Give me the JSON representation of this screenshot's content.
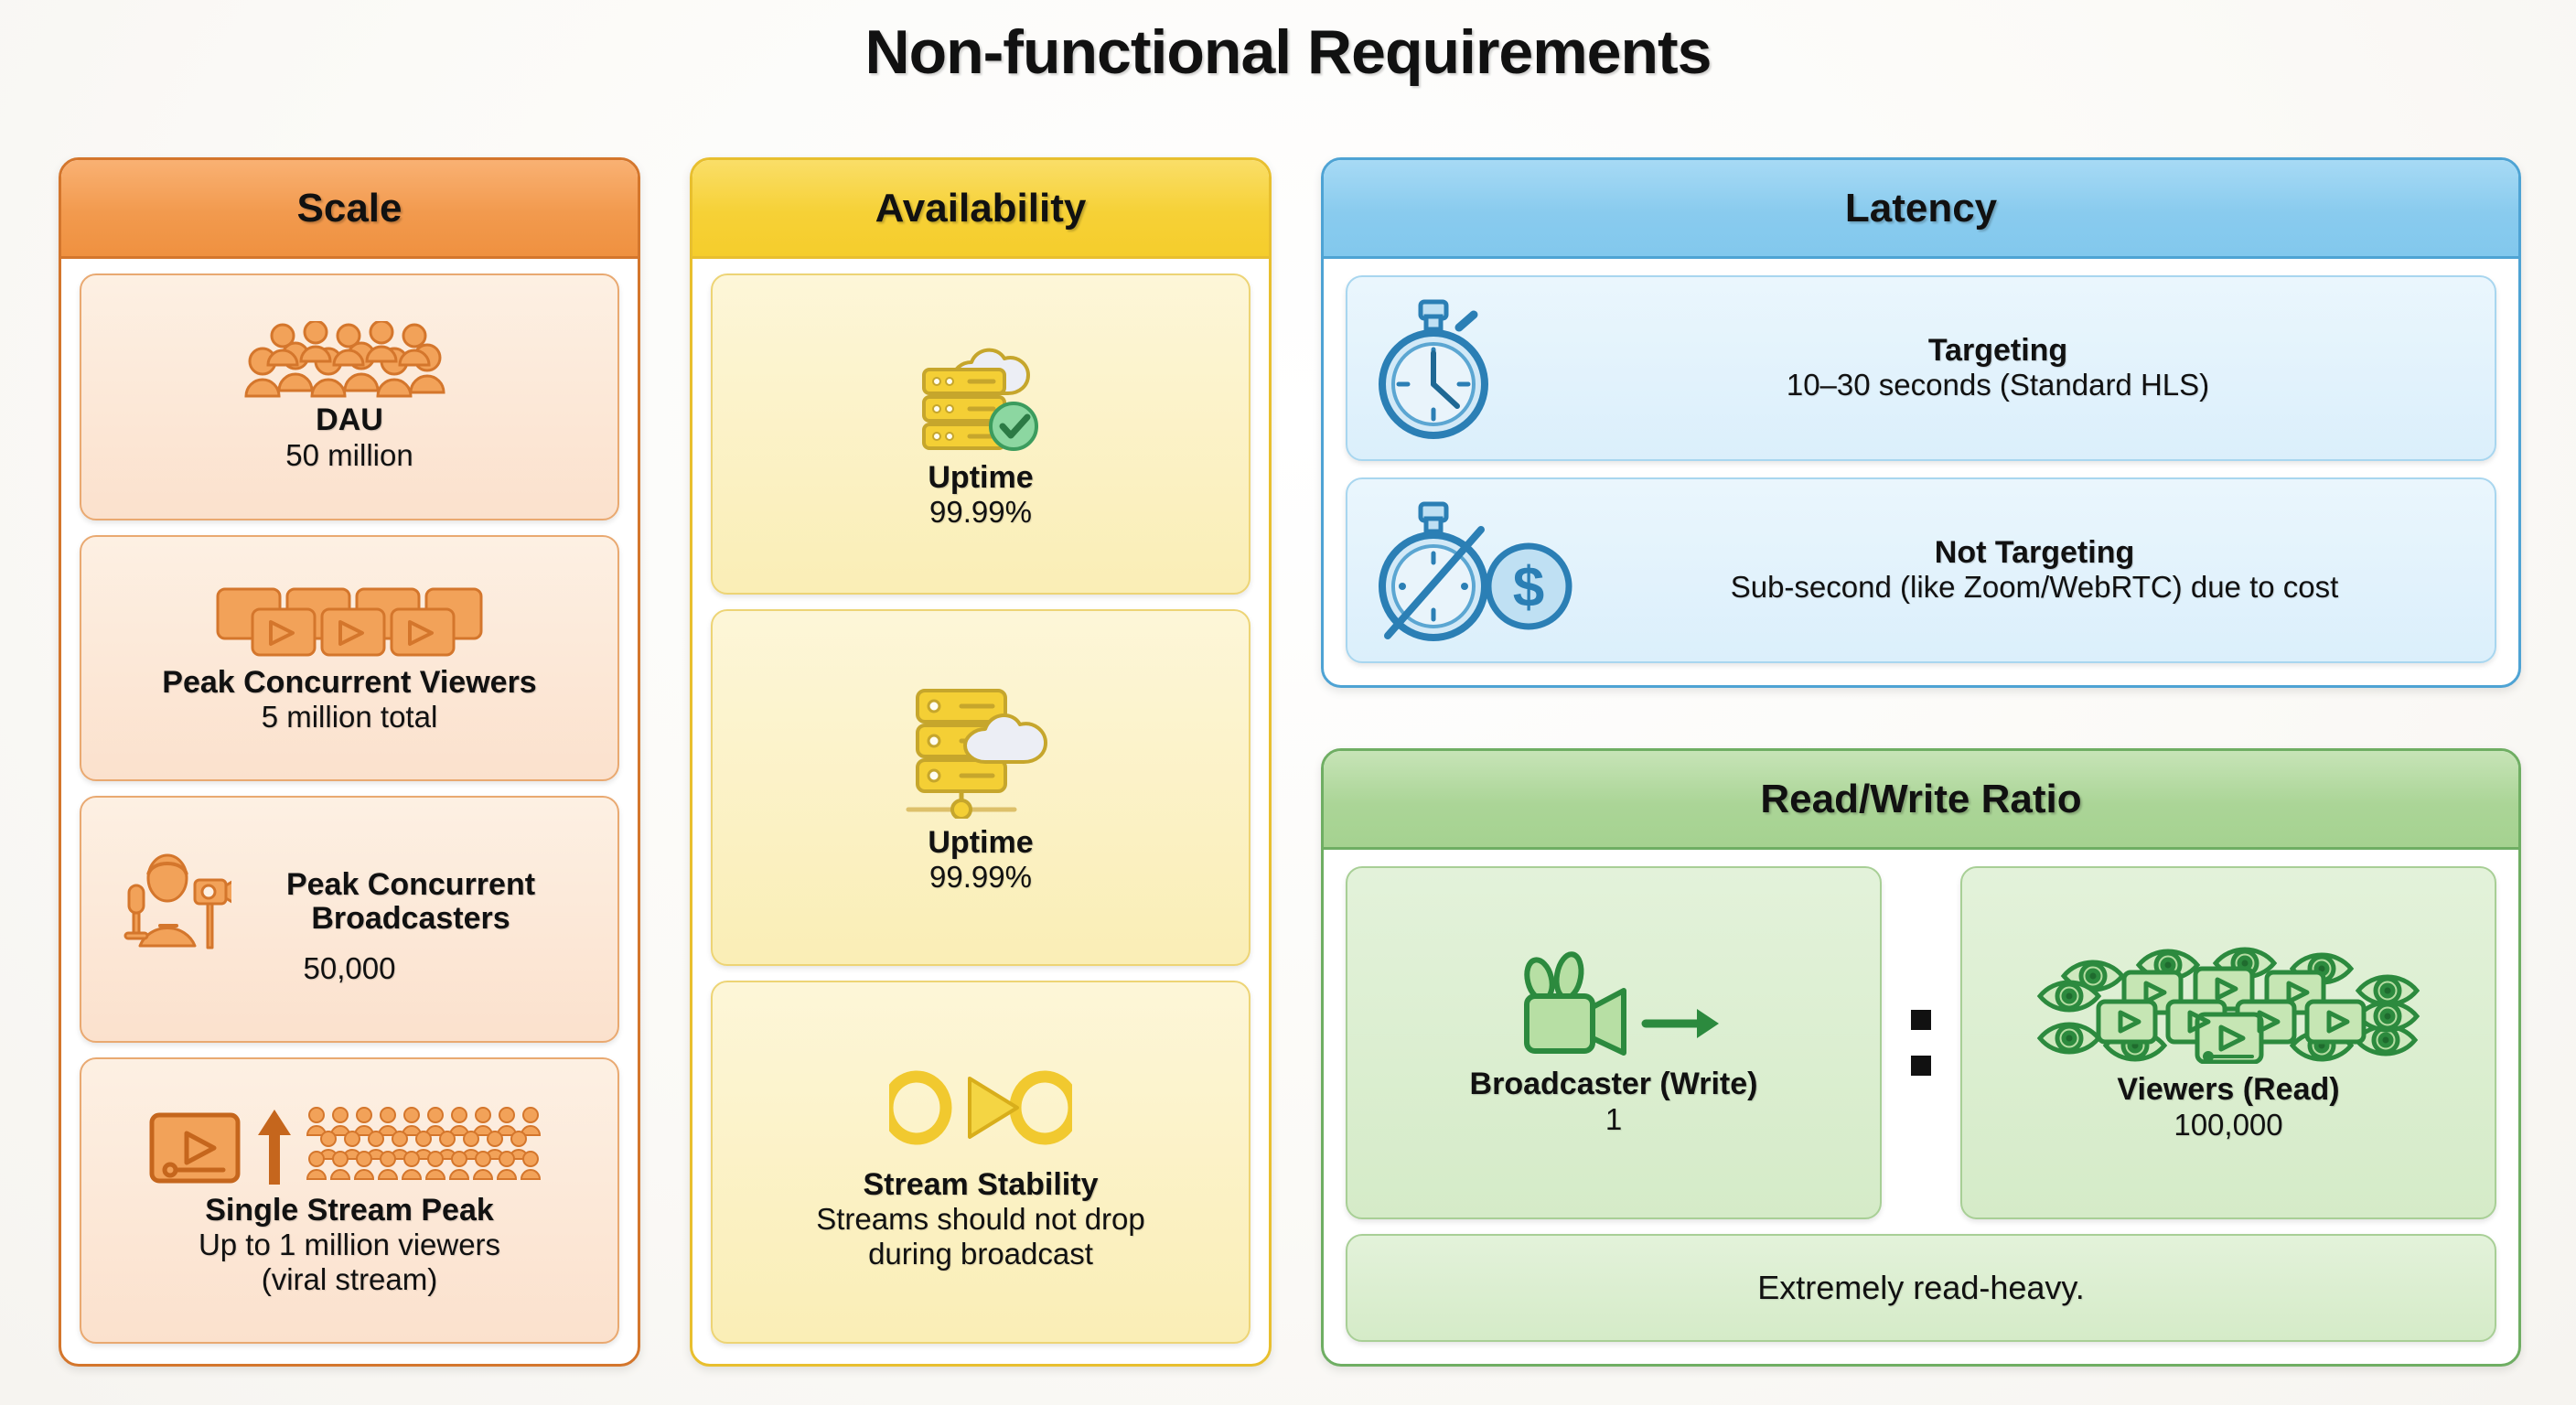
{
  "page": {
    "title": "Non-functional Requirements"
  },
  "colors": {
    "scale_accent": "#ef9140",
    "availability_accent": "#f5cd2c",
    "latency_accent": "#82c8ed",
    "readwrite_accent": "#a5d290",
    "scale_icon": "#e07a2a",
    "availability_icon": "#e9c01f",
    "latency_icon": "#2b7fb5",
    "readwrite_icon": "#2c8a3e",
    "check_green": "#4caf72",
    "title_text": "#111111"
  },
  "columns": {
    "scale": {
      "header": "Scale",
      "cards": [
        {
          "icon": "crowd-icon",
          "title": "DAU",
          "value": "50 million"
        },
        {
          "icon": "multi-video-player-icon",
          "title": "Peak Concurrent Viewers",
          "value": "5 million total"
        },
        {
          "icon": "broadcaster-person-icon",
          "title": "Peak Concurrent Broadcasters",
          "value": "50,000"
        },
        {
          "icon": "video-up-crowd-icon",
          "title": "Single Stream Peak",
          "value": "Up to 1 million viewers",
          "value2": "(viral stream)"
        }
      ]
    },
    "availability": {
      "header": "Availability",
      "cards": [
        {
          "icon": "server-cloud-check-icon",
          "title": "Uptime",
          "value": "99.99%"
        },
        {
          "icon": "server-cloud-network-icon",
          "title": "Uptime",
          "value": "99.99%"
        },
        {
          "icon": "infinity-play-icon",
          "title": "Stream Stability",
          "value": "Streams should not drop",
          "value2": "during broadcast"
        }
      ]
    },
    "latency": {
      "header": "Latency",
      "cards": [
        {
          "icon": "stopwatch-icon",
          "title": "Targeting",
          "value": "10–30 seconds (Standard HLS)"
        },
        {
          "icon": "stopwatch-slash-cost-icon",
          "title": "Not Targeting",
          "value": "Sub-second (like Zoom/WebRTC) due to cost"
        }
      ]
    },
    "readwrite": {
      "header": "Read/Write Ratio",
      "left": {
        "icon": "camcorder-arrow-icon",
        "title": "Broadcaster (Write)",
        "value": "1"
      },
      "separator": ":",
      "right": {
        "icon": "viewers-eyes-icon",
        "title": "Viewers (Read)",
        "value": "100,000"
      },
      "note": "Extremely read-heavy."
    }
  }
}
